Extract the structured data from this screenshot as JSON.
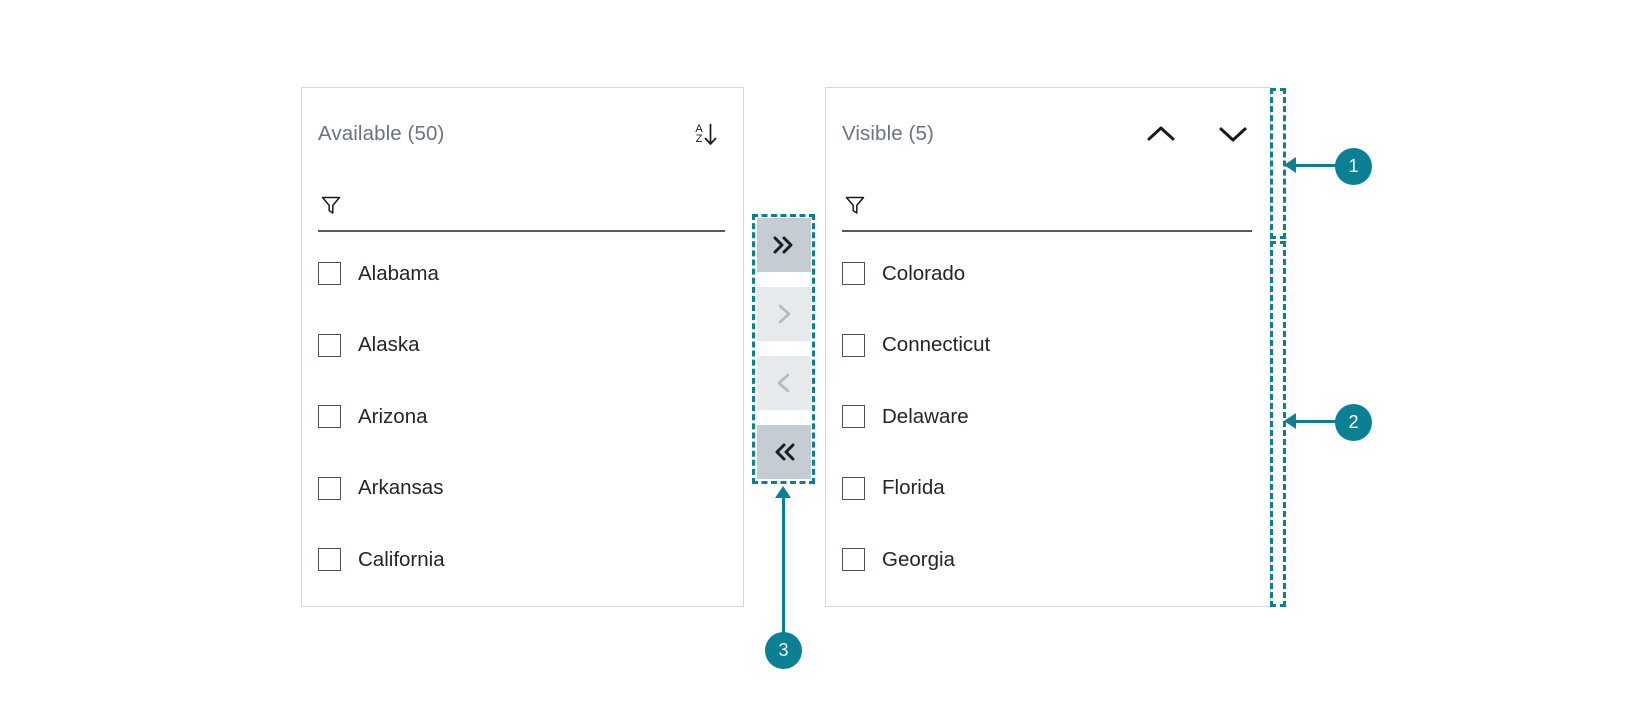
{
  "theme": {
    "accent": "#0b7f94",
    "panel_border": "#d3d7dd",
    "title_color": "#6b7280",
    "item_color": "#21262c",
    "underline_color": "#545a64",
    "button_enabled_bg": "#c6ccd3",
    "button_disabled_bg": "#e7eaed",
    "button_enabled_icon": "#1a1d21",
    "button_disabled_icon": "#b4b9bf"
  },
  "available_panel": {
    "title": "Available (50)",
    "count": 50,
    "sort_button": {
      "name": "sort-a-z-button",
      "icon": "sort-az-icon",
      "letter_top": "A",
      "letter_bottom": "Z",
      "direction": "descending-arrow"
    },
    "filter": {
      "icon": "filter-funnel-icon",
      "value": "",
      "placeholder": ""
    },
    "items": [
      {
        "label": "Alabama",
        "checked": false
      },
      {
        "label": "Alaska",
        "checked": false
      },
      {
        "label": "Arizona",
        "checked": false
      },
      {
        "label": "Arkansas",
        "checked": false
      },
      {
        "label": "California",
        "checked": false
      }
    ]
  },
  "visible_panel": {
    "title": "Visible (5)",
    "count": 5,
    "move_up_button": {
      "name": "move-up-button",
      "icon": "chevron-up-icon"
    },
    "move_down_button": {
      "name": "move-down-button",
      "icon": "chevron-down-icon"
    },
    "filter": {
      "icon": "filter-funnel-icon",
      "value": "",
      "placeholder": ""
    },
    "items": [
      {
        "label": "Colorado",
        "checked": false
      },
      {
        "label": "Connecticut",
        "checked": false
      },
      {
        "label": "Delaware",
        "checked": false
      },
      {
        "label": "Florida",
        "checked": false
      },
      {
        "label": "Georgia",
        "checked": false
      }
    ]
  },
  "transfer_buttons": [
    {
      "name": "move-all-right-button",
      "icon": "double-chevron-right-icon",
      "glyph": "»",
      "state": "enabled"
    },
    {
      "name": "move-right-button",
      "icon": "chevron-right-icon",
      "glyph": "›",
      "state": "disabled"
    },
    {
      "name": "move-left-button",
      "icon": "chevron-left-icon",
      "glyph": "‹",
      "state": "disabled"
    },
    {
      "name": "move-all-left-button",
      "icon": "double-chevron-left-icon",
      "glyph": "«",
      "state": "enabled"
    }
  ],
  "annotations": [
    {
      "number": "1",
      "target": "visible-panel-header"
    },
    {
      "number": "2",
      "target": "visible-panel-list"
    },
    {
      "number": "3",
      "target": "transfer-button-group"
    }
  ]
}
